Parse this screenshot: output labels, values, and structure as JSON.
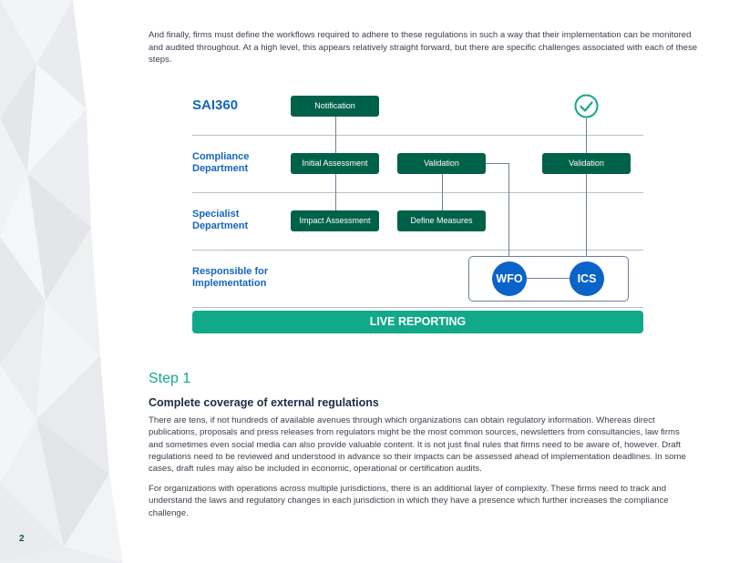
{
  "intro": "And finally, firms must define the workflows required to adhere to these regulations in such a way that their implementation can be monitored and audited throughout. At a high level, this appears relatively straight forward, but there are specific challenges associated with each of these steps.",
  "diagram": {
    "rows": {
      "brand": "SAI360",
      "compliance": [
        "Compliance",
        "Department"
      ],
      "specialist": [
        "Specialist",
        "Department"
      ],
      "implementation": [
        "Responsible for",
        "Implementation"
      ]
    },
    "boxes": {
      "notification": "Notification",
      "initial_assessment": "Initial Assessment",
      "validation_1": "Validation",
      "validation_2": "Validation",
      "impact_assessment": "Impact Assessment",
      "define_measures": "Define Measures"
    },
    "circles": {
      "wfo": "WFO",
      "ics": "ICS"
    },
    "live_reporting": "LIVE REPORTING",
    "check_icon": "checkmark-circle-icon",
    "colors": {
      "box": "#00614a",
      "accent_teal": "#12a98a",
      "circle_blue": "#0a63c9",
      "label_blue": "#1565c0"
    }
  },
  "step": {
    "title": "Step 1",
    "heading": "Complete coverage of external regulations",
    "paragraphs": [
      "There are tens, if not hundreds of available avenues through which organizations can obtain regulatory information. Whereas direct publications, proposals and press releases from regulators might be the most common sources, newsletters from consultancies, law firms and sometimes even social media can also provide valuable content. It is not just final rules that firms need to be aware of, however. Draft regulations need to be reviewed and understood in advance so their impacts can be assessed ahead of implementation deadlines. In some cases, draft rules may also be included in economic, operational or certification audits.",
      "For organizations with operations across multiple jurisdictions, there is an additional layer of complexity. These firms need to track and understand the laws and regulatory changes in each jurisdiction in which they have a presence which further increases the compliance challenge."
    ]
  },
  "page_number": "2"
}
